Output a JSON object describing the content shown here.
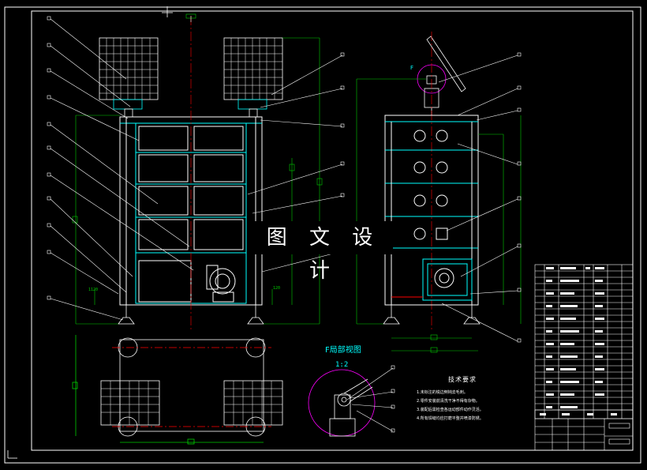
{
  "watermark": "图 文 设 计",
  "detail_view": {
    "title": "F局部视图",
    "scale": "1:2"
  },
  "tech_requirements": {
    "title": "技术要求",
    "items": [
      "1.未标注的锐边倒钝去毛刺。",
      "2.零件安装前清洗干净不得有杂物。",
      "3.装配后需检查各运动部件动作灵活。",
      "4.所有焊缝均应打磨平整并喷漆防锈。"
    ]
  },
  "view_labels": {
    "section_mark": "F",
    "dim_left": "1120",
    "dim_mid": "120"
  },
  "colors": {
    "frame": "#ffffff",
    "outline": "#00ffff",
    "dimension": "#00cc00",
    "centerline": "#ff0000",
    "circle": "#ff00ff",
    "leader": "#ffffff"
  }
}
